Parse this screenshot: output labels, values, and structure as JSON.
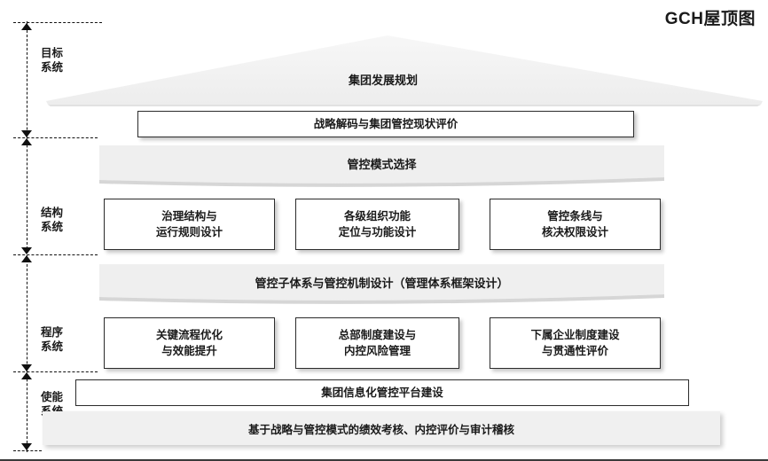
{
  "title": "GCH屋顶图",
  "axis": {
    "levels": [
      {
        "label": "目标\n系统"
      },
      {
        "label": "结构\n系统"
      },
      {
        "label": "程序\n系统"
      },
      {
        "label": "使能\n系统"
      }
    ]
  },
  "roof": {
    "label": "集团发展规划"
  },
  "rows": {
    "strategy_box": "战略解码与集团管控现状评价",
    "structure_banner": "管控模式选择",
    "structure_boxes": [
      "治理结构与\n运行规则设计",
      "各级组织功能\n定位与功能设计",
      "管控条线与\n核决权限设计"
    ],
    "procedure_banner": "管控子体系与管控机制设计（管理体系框架设计）",
    "procedure_boxes": [
      "关键流程优化\n与效能提升",
      "总部制度建设与\n内控风险管理",
      "下属企业制度建设\n与贯通性评价"
    ],
    "platform_box": "集团信息化管控平台建设",
    "bottom_band": "基于战略与管控模式的绩效考核、内控评价与审计稽核"
  },
  "colors": {
    "banner_fill": "#efefef",
    "band_fill": "#f0f0f0",
    "roof_fill": "#f2f2f2",
    "border": "#2b2b2b",
    "text": "#1a1a1a"
  }
}
